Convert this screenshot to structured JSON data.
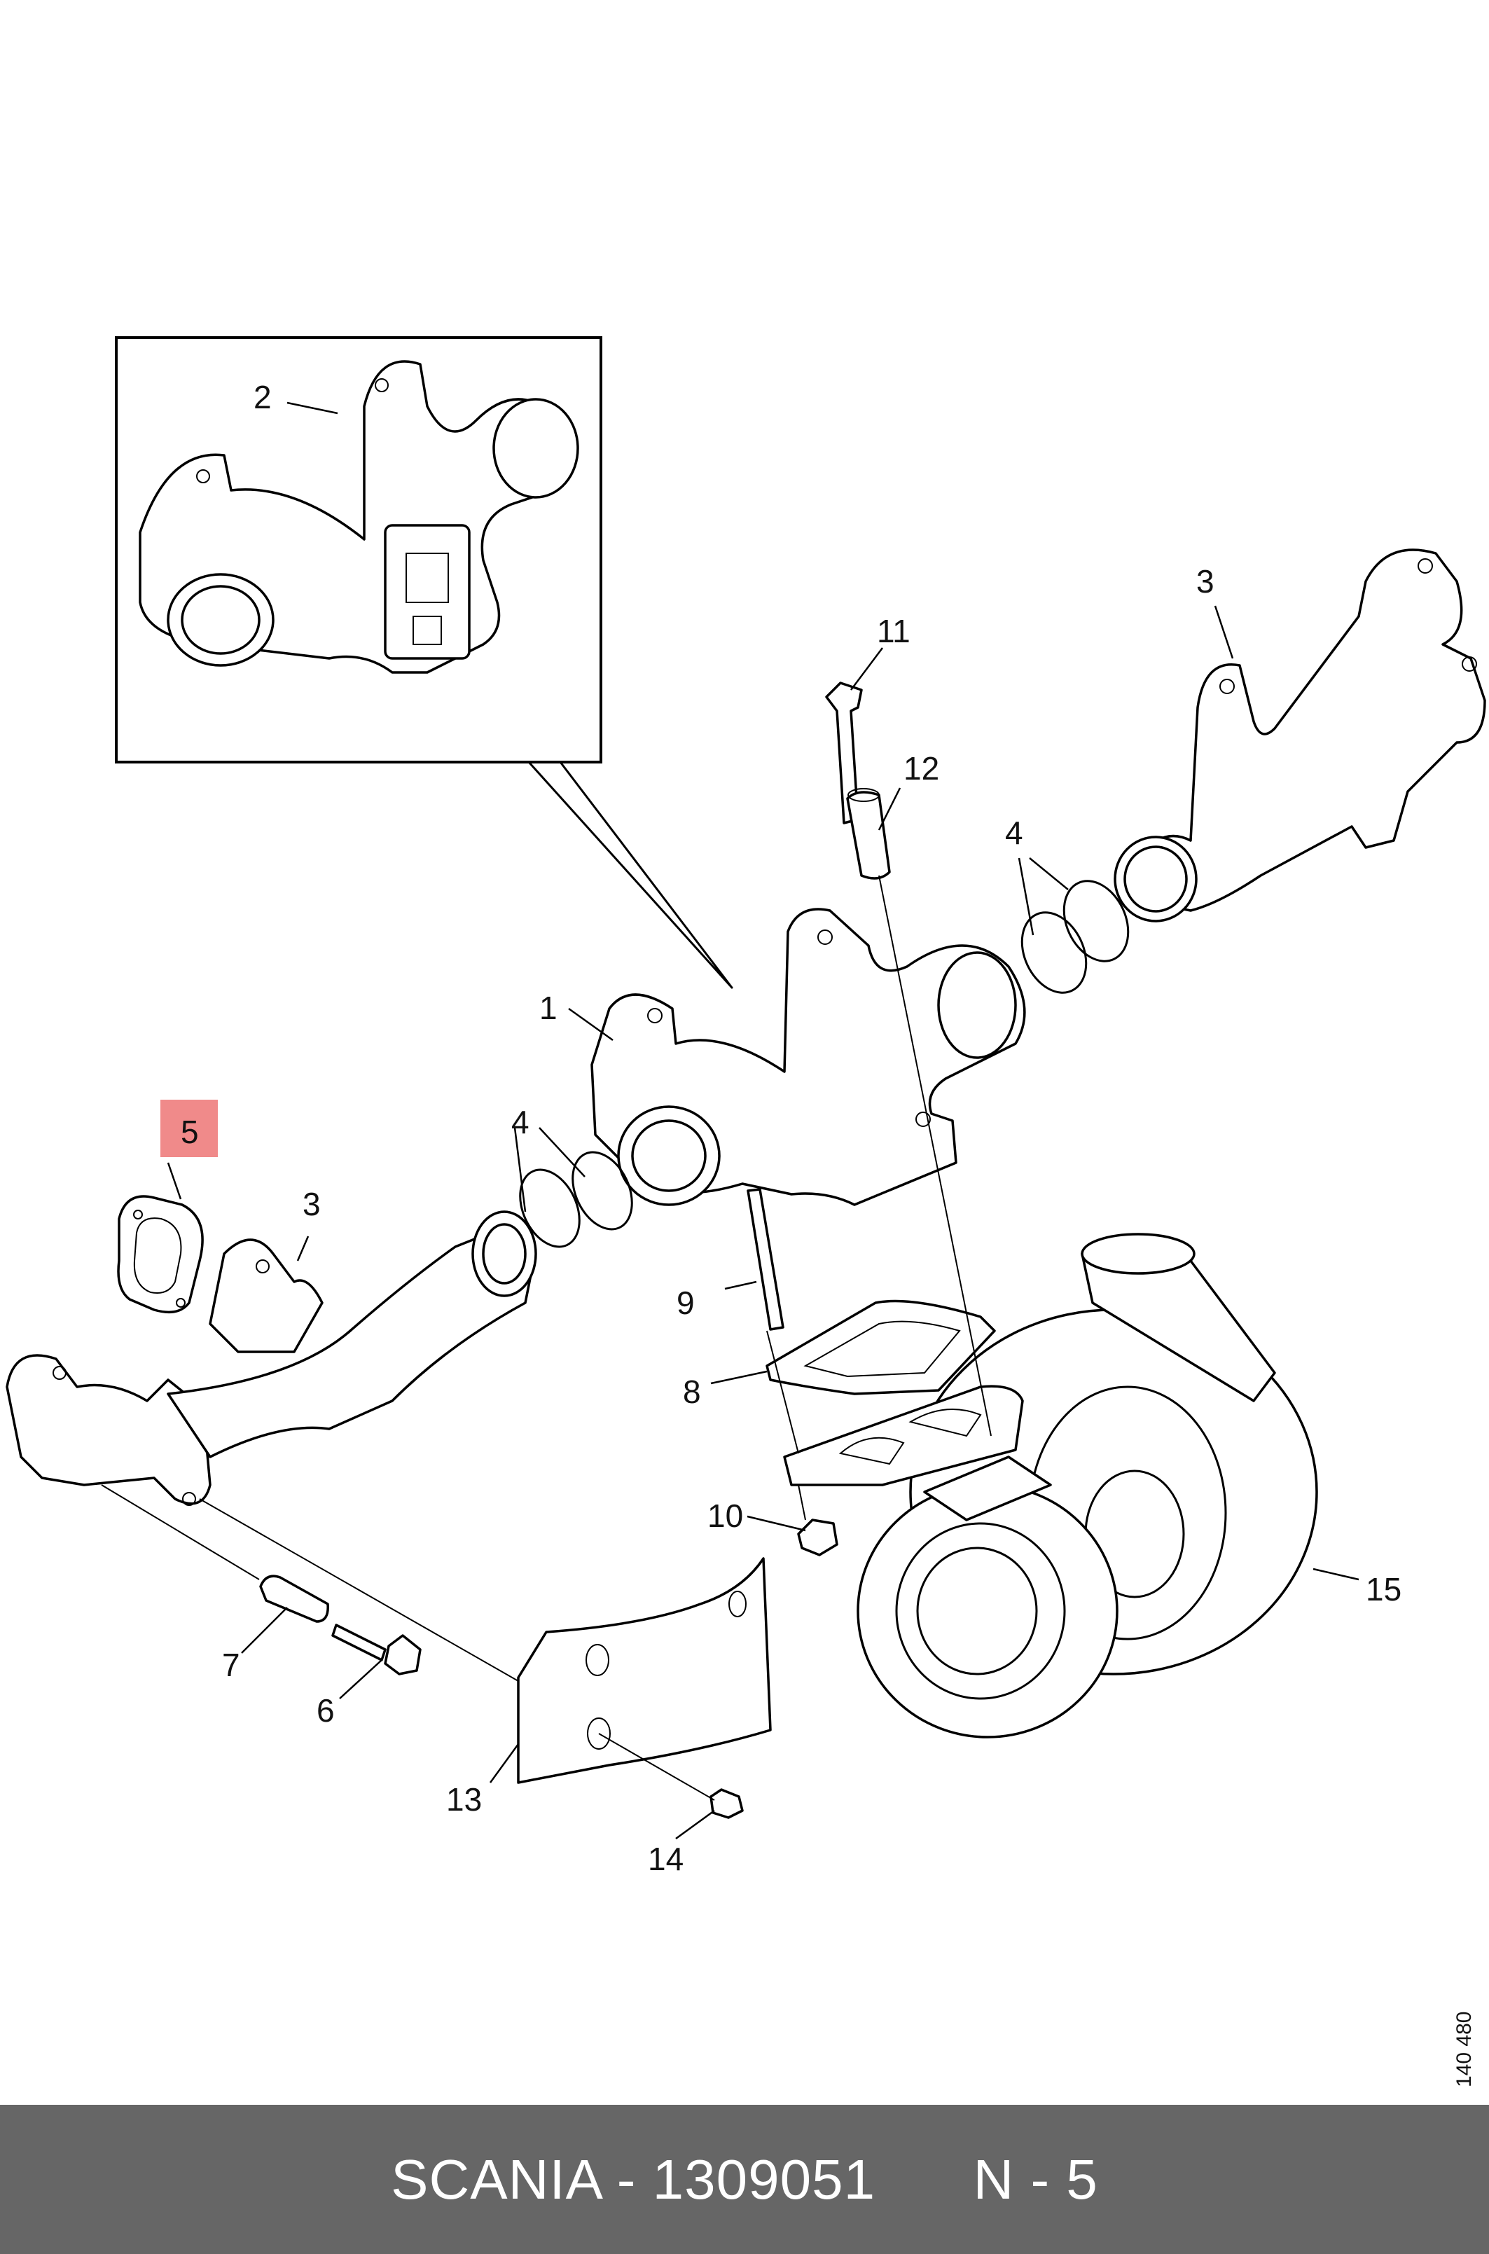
{
  "diagram": {
    "callouts": {
      "c1": "1",
      "c2": "2",
      "c3a": "3",
      "c3b": "3",
      "c4a": "4",
      "c4b": "4",
      "c5": "5",
      "c6": "6",
      "c7": "7",
      "c8": "8",
      "c9": "9",
      "c10": "10",
      "c11": "11",
      "c12": "12",
      "c13": "13",
      "c14": "14",
      "c15": "15"
    },
    "highlight_color": "#f08a8a",
    "figure_id": "140 480"
  },
  "footer": {
    "brand_part": "SCANIA - 1309051",
    "position": "N - 5"
  }
}
